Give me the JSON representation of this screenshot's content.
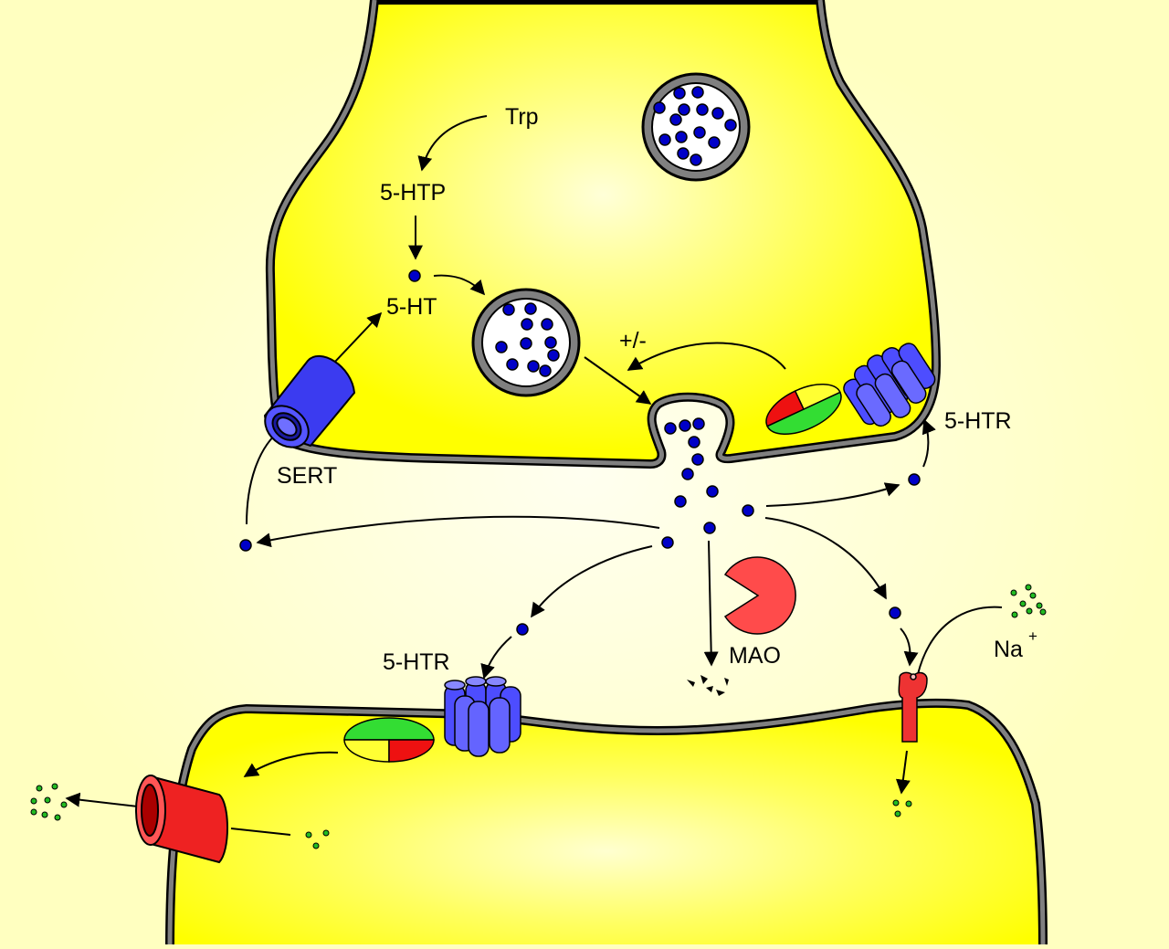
{
  "labels": {
    "trp": "Trp",
    "htp": "5-HTP",
    "ht": "5-HT",
    "modulation": "+/-",
    "htr_presynaptic": "5-HTR",
    "htr_postsynaptic": "5-HTR",
    "sert": "SERT",
    "mao": "MAO",
    "sodium": "Na",
    "sodium_charge": "+"
  },
  "colors": {
    "background": "#ffffc0",
    "cytoplasm": "#ffff00",
    "membrane": "#808080",
    "serotonin": "#0000c8",
    "receptor": "#4d4dff",
    "transporter": "#3b3bf0",
    "channel": "#ff4040",
    "enzyme": "#ff4b4b",
    "g_protein_green": "#33dd33",
    "g_protein_yellow": "#ffff33",
    "g_protein_red": "#ee1111",
    "ion": "#22bb22"
  }
}
